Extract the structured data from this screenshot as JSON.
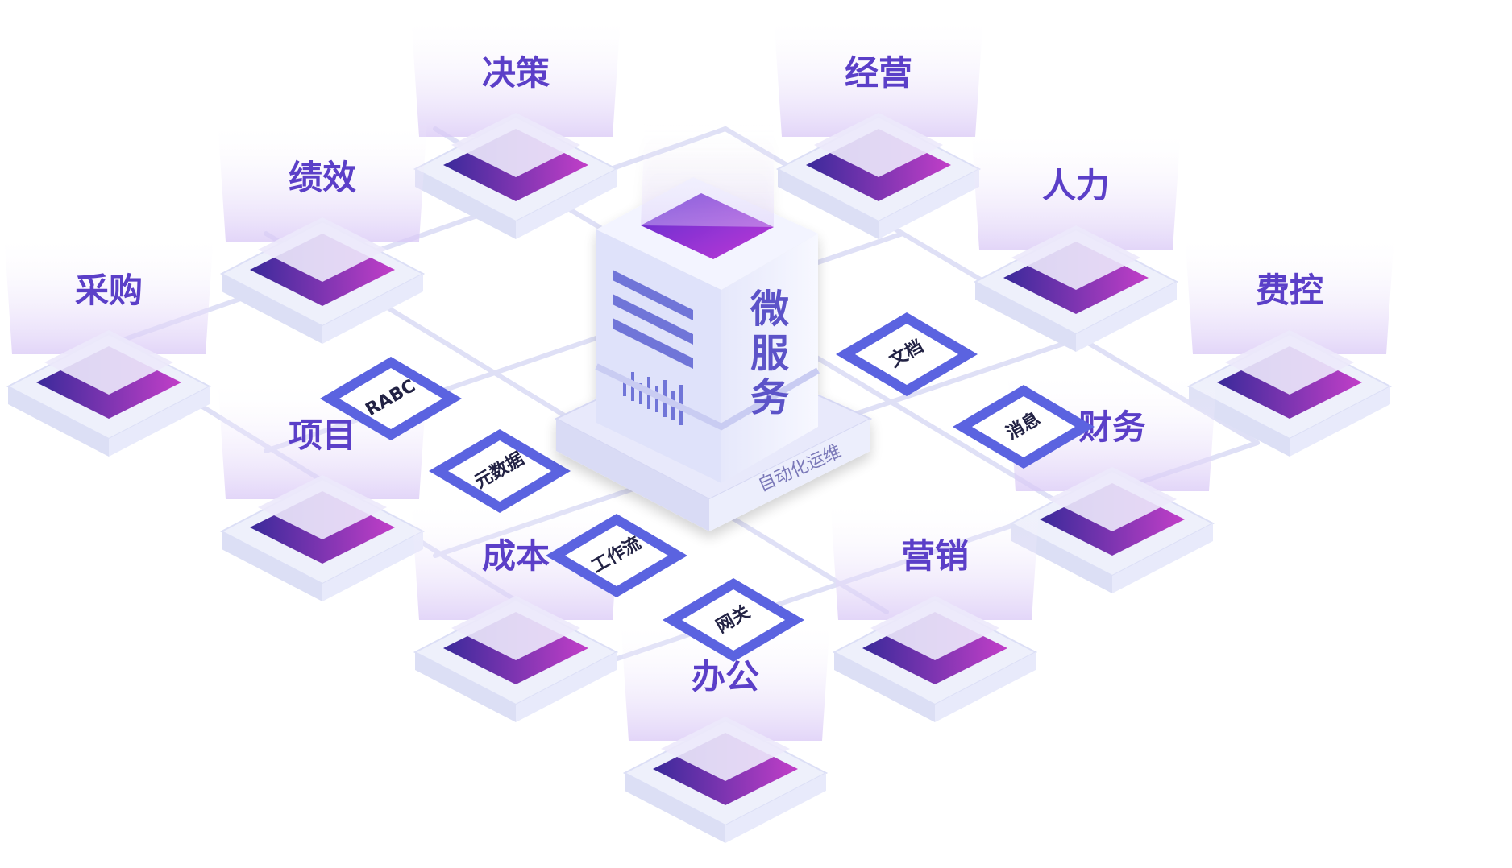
{
  "modules": [
    "决策",
    "经营",
    "绩效",
    "人力",
    "采购",
    "费控",
    "项目",
    "财务",
    "成本",
    "营销",
    "办公"
  ],
  "chips": [
    "RABC",
    "元数据",
    "工作流",
    "网关",
    "文档",
    "消息"
  ],
  "server": {
    "chars": [
      "微",
      "服",
      "务"
    ],
    "base_label": "自动化运维"
  },
  "colors": {
    "accent": "#5b3fc8",
    "purple_dark": "#3a2a9a",
    "magenta": "#c23fc8",
    "platform": "#eef0fb",
    "chip_border": "#5b63e0",
    "line": "#dfe0f6"
  }
}
